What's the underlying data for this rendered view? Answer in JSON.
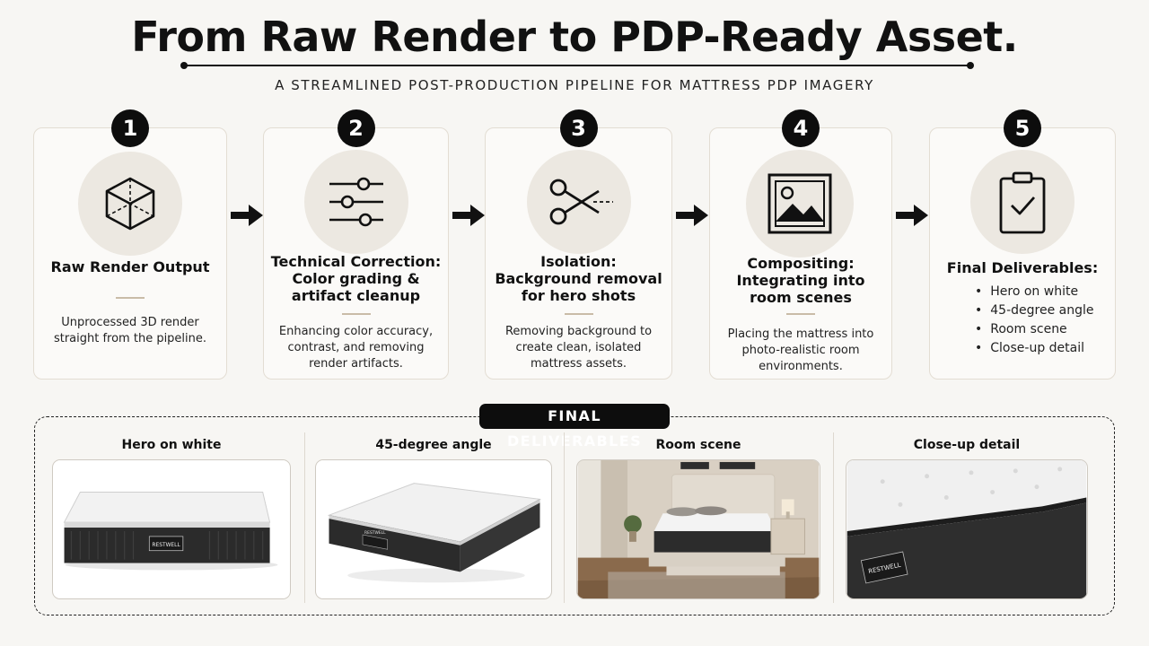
{
  "header": {
    "title": "From Raw Render to PDP-Ready Asset.",
    "subtitle": "A STREAMLINED POST-PRODUCTION PIPELINE FOR MATTRESS PDP IMAGERY"
  },
  "steps": [
    {
      "number": "1",
      "icon": "cube-icon",
      "title": "Raw Render Output",
      "description": "Unprocessed 3D render\nstraight from the pipeline."
    },
    {
      "number": "2",
      "icon": "sliders-icon",
      "title": "Technical Correction:\nColor grading &\nartifact cleanup",
      "description": "Enhancing color accuracy,\ncontrast, and removing\nrender artifacts."
    },
    {
      "number": "3",
      "icon": "scissors-icon",
      "title": "Isolation:\nBackground removal\nfor hero shots",
      "description": "Removing background to\ncreate clean, isolated\nmattress assets."
    },
    {
      "number": "4",
      "icon": "image-icon",
      "title": "Compositing:\nIntegrating into\nroom scenes",
      "description": "Placing the mattress into\nphoto-realistic room\nenvironments."
    },
    {
      "number": "5",
      "icon": "clipboard-check-icon",
      "title": "Final Deliverables:",
      "list": [
        "Hero on white",
        "45-degree angle",
        "Room scene",
        "Close-up detail"
      ]
    }
  ],
  "deliverables": {
    "label": "FINAL DELIVERABLES",
    "brand": "RESTWELL",
    "panels": [
      {
        "title": "Hero on white"
      },
      {
        "title": "45-degree angle"
      },
      {
        "title": "Room scene"
      },
      {
        "title": "Close-up detail"
      }
    ]
  },
  "colors": {
    "background": "#f7f6f3",
    "card_border": "#e3ddd3",
    "icon_circle": "#ece8e1",
    "badge": "#0d0d0d",
    "accent": "#c9bca8"
  }
}
